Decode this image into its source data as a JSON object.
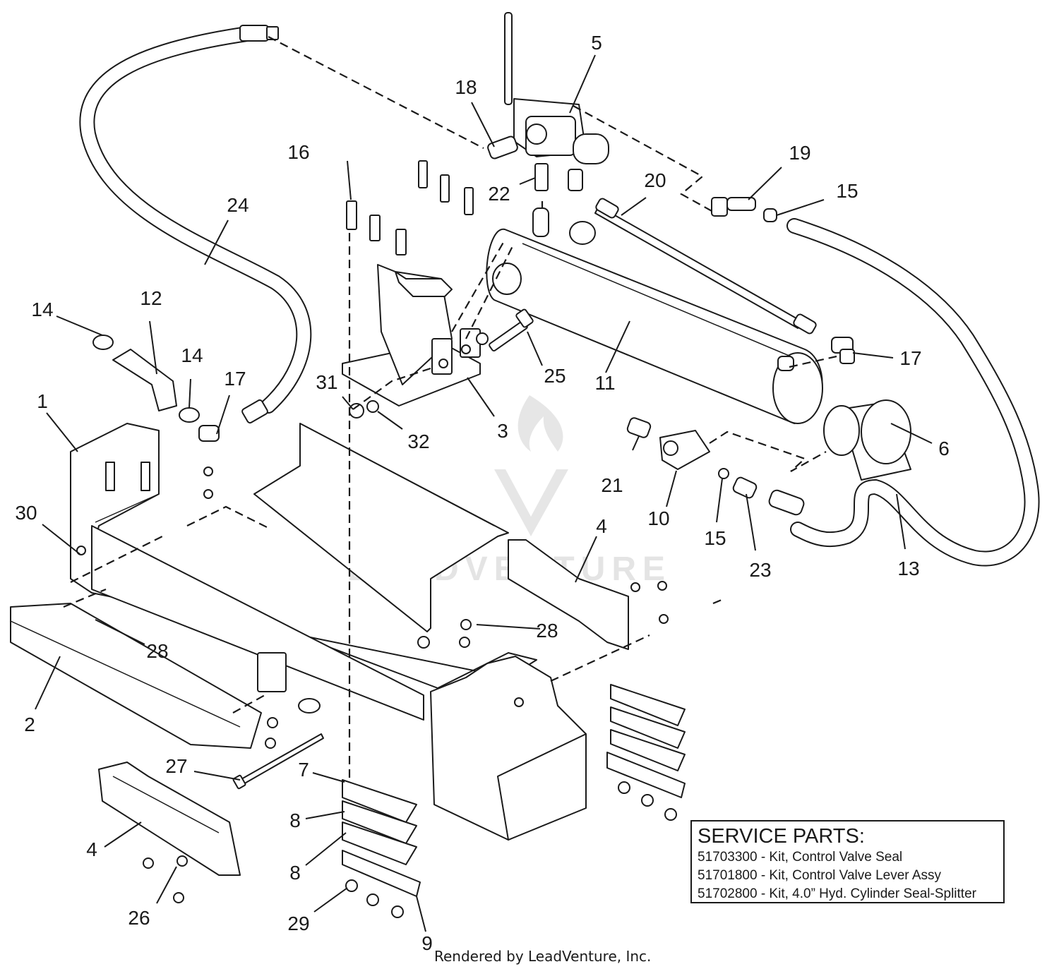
{
  "watermark": {
    "text": "LEADVENTURE"
  },
  "callouts": [
    {
      "id": "c1",
      "label": "1"
    },
    {
      "id": "c2",
      "label": "2"
    },
    {
      "id": "c3",
      "label": "3"
    },
    {
      "id": "c4a",
      "label": "4"
    },
    {
      "id": "c4b",
      "label": "4"
    },
    {
      "id": "c5",
      "label": "5"
    },
    {
      "id": "c6",
      "label": "6"
    },
    {
      "id": "c7",
      "label": "7"
    },
    {
      "id": "c8a",
      "label": "8"
    },
    {
      "id": "c8b",
      "label": "8"
    },
    {
      "id": "c9",
      "label": "9"
    },
    {
      "id": "c10",
      "label": "10"
    },
    {
      "id": "c11",
      "label": "11"
    },
    {
      "id": "c12",
      "label": "12"
    },
    {
      "id": "c13",
      "label": "13"
    },
    {
      "id": "c14a",
      "label": "14"
    },
    {
      "id": "c14b",
      "label": "14"
    },
    {
      "id": "c15a",
      "label": "15"
    },
    {
      "id": "c15b",
      "label": "15"
    },
    {
      "id": "c16",
      "label": "16"
    },
    {
      "id": "c17a",
      "label": "17"
    },
    {
      "id": "c17b",
      "label": "17"
    },
    {
      "id": "c18",
      "label": "18"
    },
    {
      "id": "c19",
      "label": "19"
    },
    {
      "id": "c20",
      "label": "20"
    },
    {
      "id": "c21",
      "label": "21"
    },
    {
      "id": "c22",
      "label": "22"
    },
    {
      "id": "c23",
      "label": "23"
    },
    {
      "id": "c24",
      "label": "24"
    },
    {
      "id": "c25",
      "label": "25"
    },
    {
      "id": "c26",
      "label": "26"
    },
    {
      "id": "c27",
      "label": "27"
    },
    {
      "id": "c28a",
      "label": "28"
    },
    {
      "id": "c28b",
      "label": "28"
    },
    {
      "id": "c29",
      "label": "29"
    },
    {
      "id": "c30",
      "label": "30"
    },
    {
      "id": "c31",
      "label": "31"
    },
    {
      "id": "c32",
      "label": "32"
    }
  ],
  "service_parts": {
    "title": "SERVICE PARTS:",
    "items": [
      "51703300 - Kit, Control Valve Seal",
      "51701800 - Kit, Control Valve Lever Assy",
      "51702800 - Kit, 4.0” Hyd. Cylinder Seal-Splitter"
    ]
  },
  "footer": {
    "credit": "Rendered by LeadVenture, Inc."
  }
}
